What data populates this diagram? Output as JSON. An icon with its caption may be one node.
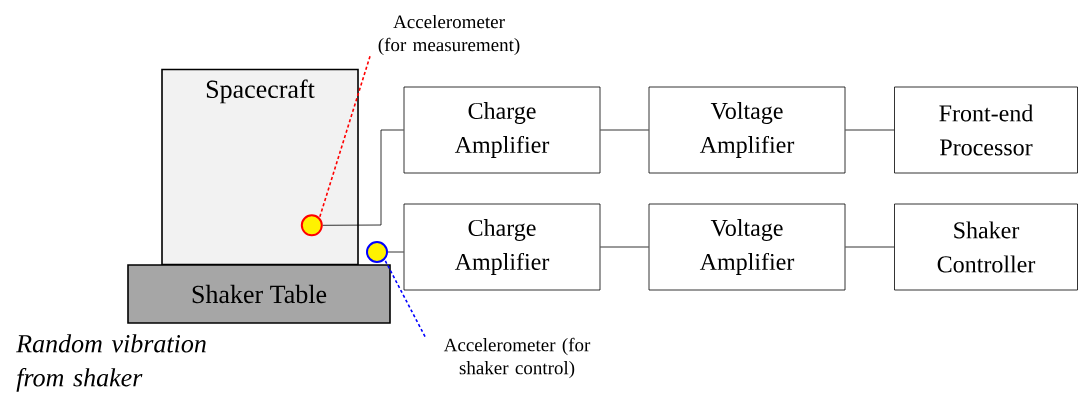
{
  "diagram": {
    "nodes": [
      {
        "text": [
          "Spacecraft"
        ]
      },
      {
        "text": [
          "Shaker Table"
        ]
      },
      {
        "text": [],
        "shape": "circle",
        "in": 0
      },
      {
        "text": [],
        "shape": "circle"
      },
      {
        "text": [
          "Charge Amplifier"
        ]
      },
      {
        "text": [
          "Voltage Amplifier"
        ]
      },
      {
        "text": [
          "Front-end Processor"
        ]
      },
      {
        "text": [
          "Charge Amplifier"
        ]
      },
      {
        "text": [
          "Voltage Amplifier"
        ]
      },
      {
        "text": [
          "Shaker Controller"
        ]
      },
      {
        "text": [
          "Accelerometer (for measurement)"
        ]
      },
      {
        "text": [
          "Accelerometer (for shaker control)"
        ]
      }
    ],
    "edges": [
      {
        "from": 2,
        "to": 4,
        "arrow": "none"
      },
      {
        "from": 4,
        "to": 5,
        "arrow": "none"
      },
      {
        "from": 5,
        "to": 6,
        "arrow": "none"
      },
      {
        "from": 3,
        "to": 7,
        "arrow": "none"
      },
      {
        "from": 7,
        "to": 8,
        "arrow": "none"
      },
      {
        "from": 8,
        "to": 9,
        "arrow": "none"
      },
      {
        "from": 10,
        "to": 2,
        "arrow": "none",
        "style": "dashed",
        "color": "#ff0000"
      },
      {
        "from": 11,
        "to": 3,
        "arrow": "none",
        "style": "dashed",
        "color": "#0000ff"
      }
    ],
    "labels": [
      "*Random vibration from shaker*"
    ]
  }
}
